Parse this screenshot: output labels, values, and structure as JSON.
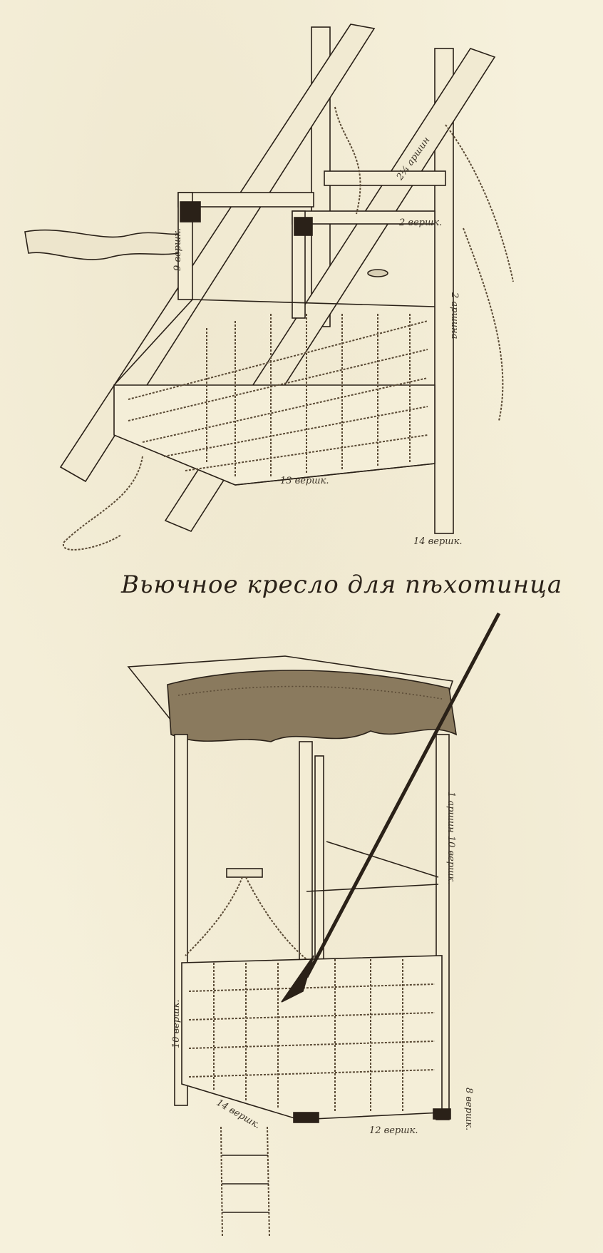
{
  "document": {
    "type": "engraving plate",
    "caption": "Вьючное кресло для пѣхотинца",
    "background_color": "#f6f1dc",
    "ink_color": "#2a2118"
  },
  "figure_top": {
    "description": "Folded pack chair frame with rope netting (collapsed/carrying position)",
    "labels": {
      "side_height": "9 вершк.",
      "diag_length": "2¼ аршин",
      "top_right": "2 вершк.",
      "right_side": "2 аршина",
      "bottom_front": "13 вершк.",
      "bottom_right": "14 вершк."
    }
  },
  "figure_bottom": {
    "description": "Assembled pack chair with fur-covered seat, rope netting basket, hanging handle and rope ladder, with a pole/oar",
    "labels": {
      "right_height": "1 аршин 10 вершк.",
      "left_side": "10 вершк.",
      "right_bottom": "8 вершк.",
      "bottom_left": "14 вершк.",
      "bottom_right": "12 вершк."
    }
  }
}
